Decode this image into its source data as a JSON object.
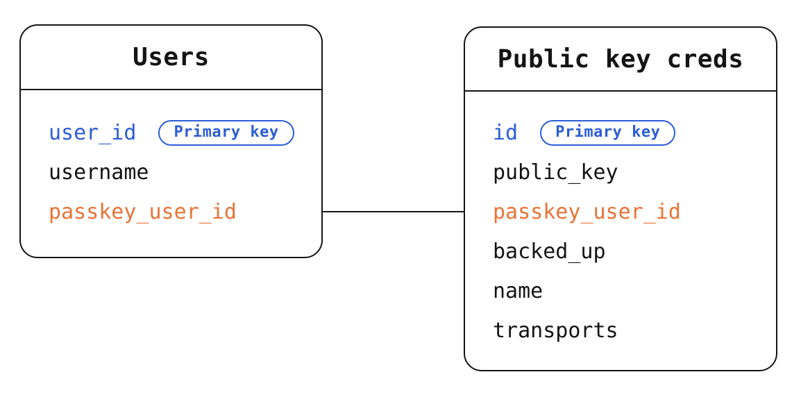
{
  "colors": {
    "ink": "#141414",
    "primary_key_blue": "#2b5dd7",
    "relation_orange": "#e87337",
    "background": "#ffffff"
  },
  "connector": {
    "type": "relationship-line",
    "from_table": "Users",
    "from_field": "passkey_user_id",
    "to_table": "Public key creds",
    "to_field": "passkey_user_id"
  },
  "tables": [
    {
      "title": "Users",
      "fields": [
        {
          "name": "user_id",
          "color": "blue",
          "badge": "Primary key"
        },
        {
          "name": "username",
          "color": "black"
        },
        {
          "name": "passkey_user_id",
          "color": "orange"
        }
      ]
    },
    {
      "title": "Public key creds",
      "fields": [
        {
          "name": "id",
          "color": "blue",
          "badge": "Primary key"
        },
        {
          "name": "public_key",
          "color": "black"
        },
        {
          "name": "passkey_user_id",
          "color": "orange"
        },
        {
          "name": "backed_up",
          "color": "black"
        },
        {
          "name": "name",
          "color": "black"
        },
        {
          "name": "transports",
          "color": "black"
        }
      ]
    }
  ]
}
